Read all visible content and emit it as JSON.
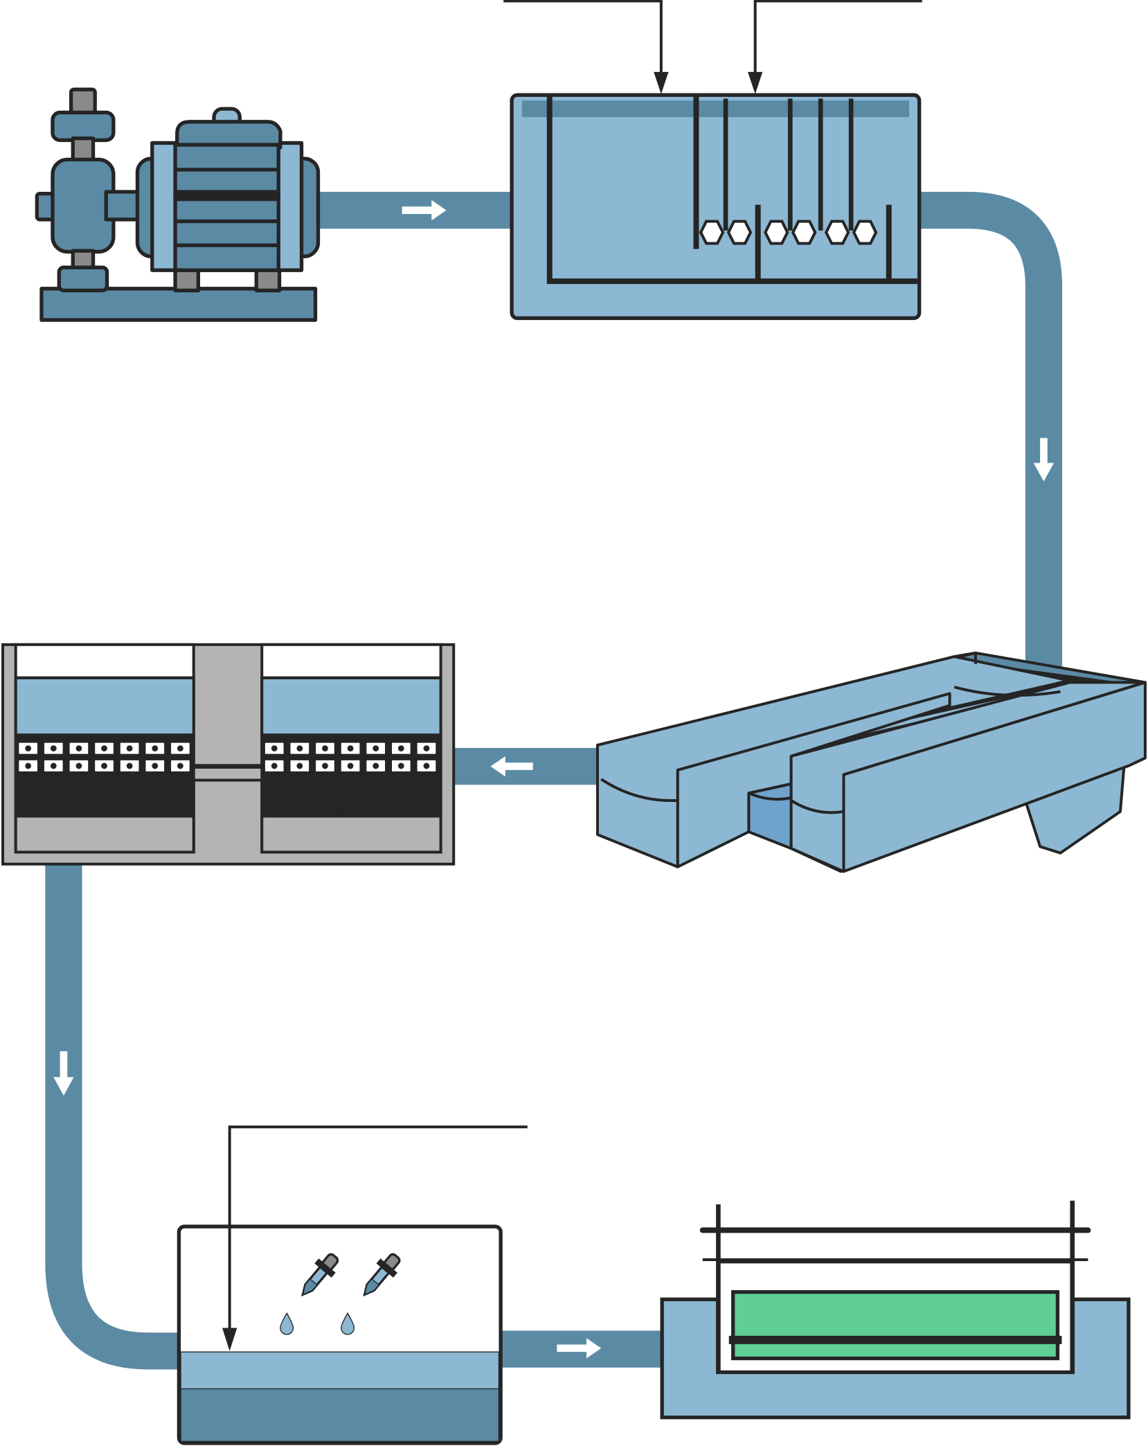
{
  "colors": {
    "pipe": "#5b8aa5",
    "water_light": "#8db8d3",
    "water_dark": "#5b8aa5",
    "outline": "#252525",
    "grey_support": "#8a8a8a",
    "sand": "#b4b4b4",
    "uv_green": "#5fcf95",
    "arrow": "#ffffff",
    "frame_grey": "#b4b4b4"
  },
  "stages": [
    {
      "id": "pump",
      "icon": "water-pump-icon"
    },
    {
      "id": "mixing",
      "icon": "mixing-tank-icon"
    },
    {
      "id": "sedimentation",
      "icon": "settling-basin-icon"
    },
    {
      "id": "filtration",
      "icon": "sand-filter-icon"
    },
    {
      "id": "disinfection",
      "icon": "dosing-tank-icon"
    },
    {
      "id": "uv",
      "icon": "uv-lamp-icon"
    }
  ],
  "flow_directions": [
    "right",
    "down",
    "left",
    "down",
    "right"
  ],
  "dosing_inputs": 3
}
